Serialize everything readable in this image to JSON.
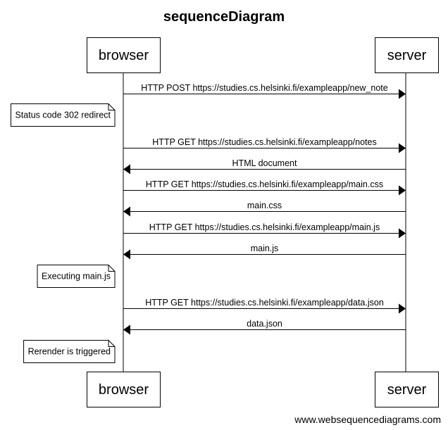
{
  "title": "sequenceDiagram",
  "participants": [
    {
      "id": "browser",
      "label": "browser"
    },
    {
      "id": "server",
      "label": "server"
    }
  ],
  "events": [
    {
      "kind": "message",
      "from": "browser",
      "to": "server",
      "label": "HTTP POST https://studies.cs.helsinki.fi/exampleapp/new_note"
    },
    {
      "kind": "note",
      "side": "left",
      "of": "browser",
      "label": "Status code 302 redirect"
    },
    {
      "kind": "message",
      "from": "browser",
      "to": "server",
      "label": "HTTP GET https://studies.cs.helsinki.fi/exampleapp/notes"
    },
    {
      "kind": "message",
      "from": "server",
      "to": "browser",
      "label": "HTML document"
    },
    {
      "kind": "message",
      "from": "browser",
      "to": "server",
      "label": "HTTP GET https://studies.cs.helsinki.fi/exampleapp/main.css"
    },
    {
      "kind": "message",
      "from": "server",
      "to": "browser",
      "label": "main.css"
    },
    {
      "kind": "message",
      "from": "browser",
      "to": "server",
      "label": "HTTP GET https://studies.cs.helsinki.fi/exampleapp/main.js"
    },
    {
      "kind": "message",
      "from": "server",
      "to": "browser",
      "label": "main.js"
    },
    {
      "kind": "note",
      "side": "left",
      "of": "browser",
      "label": "Executing main.js"
    },
    {
      "kind": "message",
      "from": "browser",
      "to": "server",
      "label": "HTTP GET https://studies.cs.helsinki.fi/exampleapp/data.json"
    },
    {
      "kind": "message",
      "from": "server",
      "to": "browser",
      "label": "data.json"
    },
    {
      "kind": "note",
      "side": "left",
      "of": "browser",
      "label": "Rerender is triggered"
    }
  ],
  "credit": "www.websequencediagrams.com"
}
